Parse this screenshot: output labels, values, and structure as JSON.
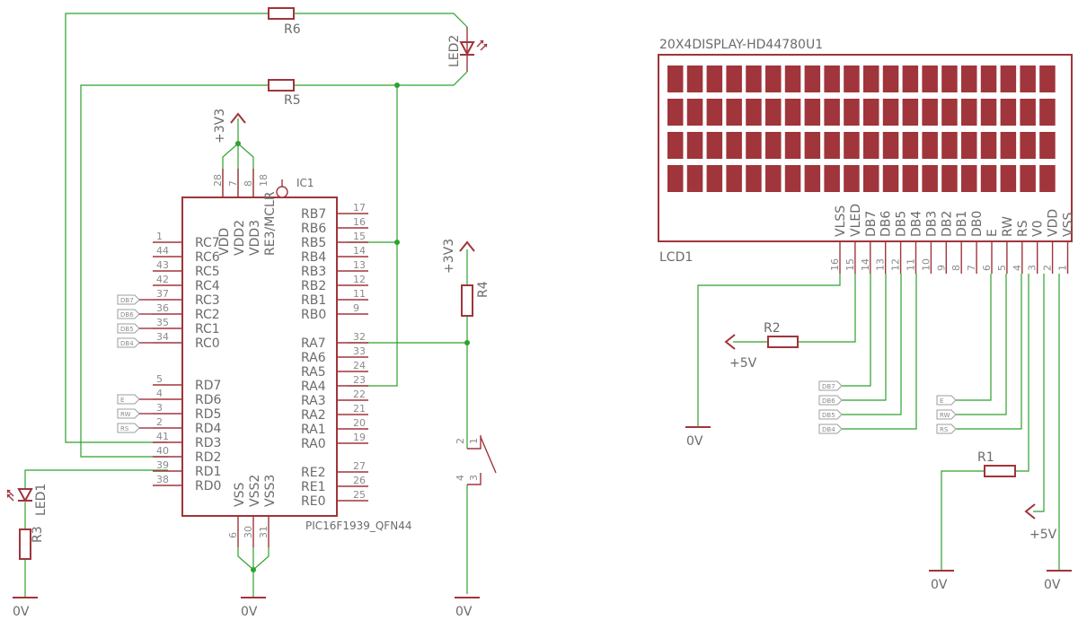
{
  "colors": {
    "symbol": "#a0353b",
    "wire": "#2ea12e",
    "text": "#6b6b6b",
    "pin_text": "#8b8b8b"
  },
  "mcu": {
    "name": "IC1",
    "value": "PIC16F1939_QFN44",
    "top_pins": [
      {
        "num": "28",
        "label": "VDD"
      },
      {
        "num": "7",
        "label": "VDD2"
      },
      {
        "num": "8",
        "label": "VDD3"
      },
      {
        "num": "18",
        "label": "RE3/MCLR"
      }
    ],
    "bottom_pins": [
      {
        "num": "6",
        "label": "VSS"
      },
      {
        "num": "30",
        "label": "VSS2"
      },
      {
        "num": "31",
        "label": "VSS3"
      }
    ],
    "left_pins": [
      {
        "num": "1",
        "label": "RC7"
      },
      {
        "num": "44",
        "label": "RC6"
      },
      {
        "num": "43",
        "label": "RC5"
      },
      {
        "num": "42",
        "label": "RC4"
      },
      {
        "num": "37",
        "label": "RC3"
      },
      {
        "num": "36",
        "label": "RC2"
      },
      {
        "num": "35",
        "label": "RC1"
      },
      {
        "num": "34",
        "label": "RC0"
      },
      {
        "num": "5",
        "label": "RD7"
      },
      {
        "num": "4",
        "label": "RD6"
      },
      {
        "num": "3",
        "label": "RD5"
      },
      {
        "num": "2",
        "label": "RD4"
      },
      {
        "num": "41",
        "label": "RD3"
      },
      {
        "num": "40",
        "label": "RD2"
      },
      {
        "num": "39",
        "label": "RD1"
      },
      {
        "num": "38",
        "label": "RD0"
      }
    ],
    "right_pins": [
      {
        "num": "17",
        "label": "RB7"
      },
      {
        "num": "16",
        "label": "RB6"
      },
      {
        "num": "15",
        "label": "RB5"
      },
      {
        "num": "14",
        "label": "RB4"
      },
      {
        "num": "13",
        "label": "RB3"
      },
      {
        "num": "12",
        "label": "RB2"
      },
      {
        "num": "11",
        "label": "RB1"
      },
      {
        "num": "9",
        "label": "RB0"
      },
      {
        "num": "32",
        "label": "RA7"
      },
      {
        "num": "33",
        "label": "RA6"
      },
      {
        "num": "24",
        "label": "RA5"
      },
      {
        "num": "23",
        "label": "RA4"
      },
      {
        "num": "22",
        "label": "RA3"
      },
      {
        "num": "21",
        "label": "RA2"
      },
      {
        "num": "20",
        "label": "RA1"
      },
      {
        "num": "19",
        "label": "RA0"
      },
      {
        "num": "27",
        "label": "RE2"
      },
      {
        "num": "26",
        "label": "RE1"
      },
      {
        "num": "25",
        "label": "RE0"
      }
    ],
    "left_net_labels": [
      {
        "pin": "37",
        "label": "DB7"
      },
      {
        "pin": "36",
        "label": "DB6"
      },
      {
        "pin": "35",
        "label": "DB5"
      },
      {
        "pin": "34",
        "label": "DB4"
      },
      {
        "pin": "4",
        "label": "E"
      },
      {
        "pin": "3",
        "label": "RW"
      },
      {
        "pin": "2",
        "label": "RS"
      }
    ]
  },
  "parts": {
    "r6": "R6",
    "r5": "R5",
    "r4": "R4",
    "r3": "R3",
    "r2": "R2",
    "r1": "R1",
    "led1": "LED1",
    "led2": "LED2",
    "switch_pins": [
      "2",
      "1",
      "4",
      "3"
    ]
  },
  "supplies": {
    "mcu_vdd": "+3V3",
    "r4_vdd": "+3V3",
    "r2_supply": "+5V",
    "lcd_vdd": "+5V"
  },
  "grounds": [
    "0V",
    "0V",
    "0V",
    "0V",
    "0V",
    "0V"
  ],
  "lcd": {
    "value": "20X4DISPLAY-HD44780U1",
    "name": "LCD1",
    "rows": 4,
    "cols": 20,
    "pins": [
      {
        "num": "16",
        "label": "VLSS"
      },
      {
        "num": "15",
        "label": "VLED"
      },
      {
        "num": "14",
        "label": "DB7"
      },
      {
        "num": "13",
        "label": "DB6"
      },
      {
        "num": "12",
        "label": "DB5"
      },
      {
        "num": "11",
        "label": "DB4"
      },
      {
        "num": "10",
        "label": "DB3"
      },
      {
        "num": "9",
        "label": "DB2"
      },
      {
        "num": "8",
        "label": "DB1"
      },
      {
        "num": "7",
        "label": "DB0"
      },
      {
        "num": "6",
        "label": "E"
      },
      {
        "num": "5",
        "label": "RW"
      },
      {
        "num": "4",
        "label": "RS"
      },
      {
        "num": "3",
        "label": "V0"
      },
      {
        "num": "2",
        "label": "VDD"
      },
      {
        "num": "1",
        "label": "VSS"
      }
    ],
    "net_labels_db": [
      "DB7",
      "DB6",
      "DB5",
      "DB4"
    ],
    "net_labels_ctrl": [
      "E",
      "RW",
      "RS"
    ]
  }
}
